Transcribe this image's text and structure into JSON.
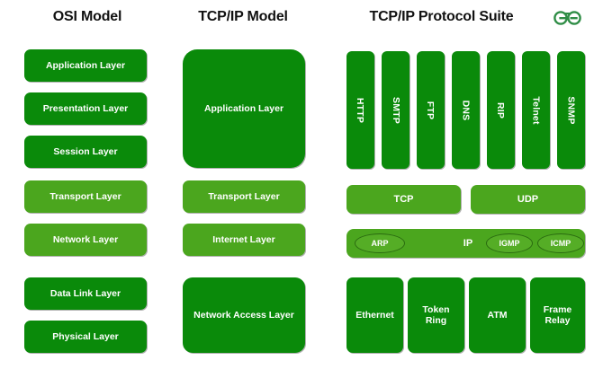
{
  "headers": {
    "osi": "OSI Model",
    "tcpip": "TCP/IP Model",
    "suite": "TCP/IP Protocol Suite"
  },
  "logo": {
    "name": "geeksforgeeks-logo",
    "color": "#2f8d46"
  },
  "colors": {
    "dark_green": "#0a8a0a",
    "light_green": "#4ba61e",
    "pill_fill": "#55ad26",
    "pill_border": "#2a6b10",
    "text_light": "#ffffff",
    "title_text": "#111111",
    "background": "#ffffff"
  },
  "osi_model": {
    "layers": [
      {
        "label": "Application Layer",
        "tone": "dark"
      },
      {
        "label": "Presentation Layer",
        "tone": "dark"
      },
      {
        "label": "Session Layer",
        "tone": "dark"
      },
      {
        "label": "Transport Layer",
        "tone": "light"
      },
      {
        "label": "Network Layer",
        "tone": "light"
      },
      {
        "label": "Data Link Layer",
        "tone": "dark"
      },
      {
        "label": "Physical Layer",
        "tone": "dark"
      }
    ]
  },
  "tcpip_model": {
    "layers": [
      {
        "label": "Application Layer",
        "tone": "dark"
      },
      {
        "label": "Transport Layer",
        "tone": "light"
      },
      {
        "label": "Internet Layer",
        "tone": "light"
      },
      {
        "label": "Network Access Layer",
        "tone": "dark"
      }
    ]
  },
  "protocol_suite": {
    "application_protocols": [
      {
        "label": "HTTP"
      },
      {
        "label": "SMTP"
      },
      {
        "label": "FTP"
      },
      {
        "label": "DNS"
      },
      {
        "label": "RIP"
      },
      {
        "label": "Telnet"
      },
      {
        "label": "SNMP"
      }
    ],
    "transport_protocols": [
      {
        "label": "TCP"
      },
      {
        "label": "UDP"
      }
    ],
    "internet_layer": {
      "main": "IP",
      "companions": [
        {
          "label": "ARP"
        },
        {
          "label": "IGMP"
        },
        {
          "label": "ICMP"
        }
      ]
    },
    "link_protocols": [
      {
        "label": "Ethernet"
      },
      {
        "label": "Token\nRing"
      },
      {
        "label": "ATM"
      },
      {
        "label": "Frame\nRelay"
      }
    ]
  }
}
